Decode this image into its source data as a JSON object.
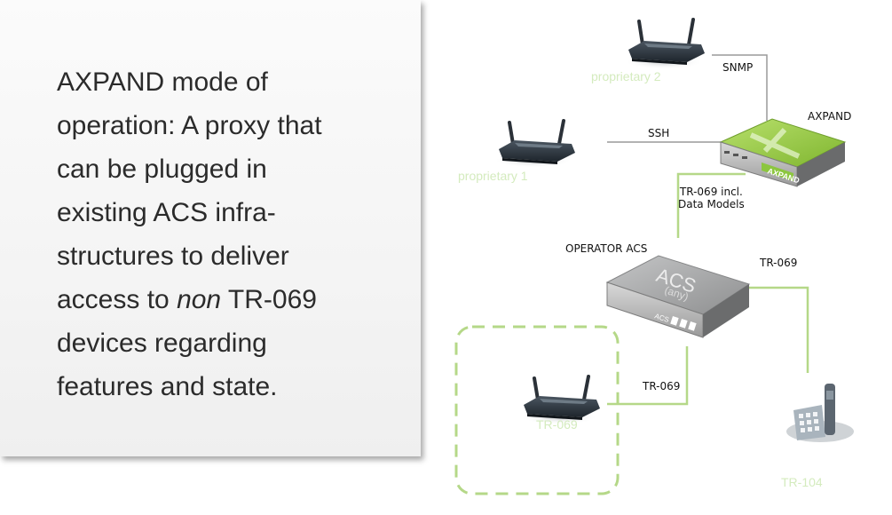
{
  "description": {
    "line1": "AXPAND mode of",
    "line2": "operation: A proxy that",
    "line3": "can be plugged in",
    "line4": "existing ACS infra-",
    "line5": "structures to deliver",
    "line6_pre": "access to ",
    "line6_em": "non",
    "line6_post": " TR-069",
    "line7": "devices regarding",
    "line8": "features and state."
  },
  "diagram": {
    "labels": {
      "snmp": "SNMP",
      "ssh": "SSH",
      "axpand": "AXPAND",
      "tr069_models_line1": "TR-069 incl.",
      "tr069_models_line2": "Data Models",
      "operator_acs": "OPERATOR ACS",
      "tr069_right": "TR-069",
      "tr069_left": "TR-069"
    },
    "device_names": {
      "top_router": "proprietary 2",
      "left_router": "proprietary 1",
      "bottom_router": "TR-069",
      "phone": "TR-104"
    },
    "server_text": {
      "axpand_badge": "AXPAND",
      "acs_title": "ACS",
      "acs_sub": "(any)",
      "acs_small": "ACS"
    },
    "colors": {
      "green_link": "#b5d888",
      "gray_link": "#9a9a9a",
      "axpand_green": "#8cc63f",
      "acs_gray": "#a9aaab"
    }
  }
}
